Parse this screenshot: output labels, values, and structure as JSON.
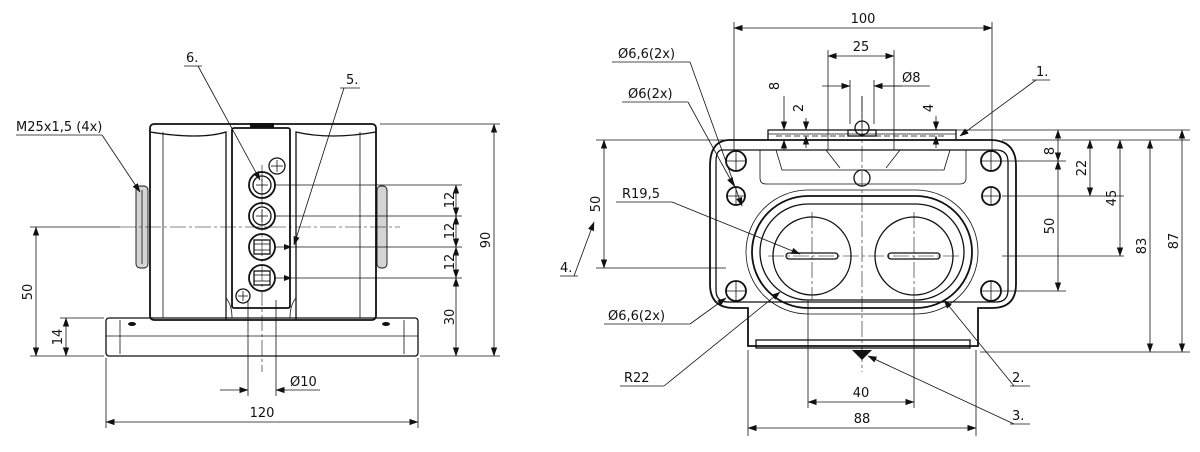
{
  "side_view": {
    "thread_label": "M25x1,5 (4x)",
    "item_6": "6.",
    "item_5": "5.",
    "dim_12_a": "12",
    "dim_12_b": "12",
    "dim_12_c": "12",
    "dim_90": "90",
    "dim_30": "30",
    "dim_50": "50",
    "dim_14": "14",
    "dim_dia10": "Ø10",
    "dim_120": "120"
  },
  "front_view": {
    "dim_100": "100",
    "dim_25": "25",
    "dim_dia8": "Ø8",
    "dim_8_top": "8",
    "dim_2": "2",
    "dim_4": "4",
    "hole_66_top": "Ø6,6(2x)",
    "hole_6": "Ø6(2x)",
    "item_1": "1.",
    "dim_r195": "R19,5",
    "dim_50_left": "50",
    "item_4": "4.",
    "hole_66_bottom": "Ø6,6(2x)",
    "dim_r22": "R22",
    "dim_8_right": "8",
    "dim_22": "22",
    "dim_45": "45",
    "dim_50_right": "50",
    "dim_83": "83",
    "dim_87": "87",
    "dim_40": "40",
    "dim_88": "88",
    "item_2": "2.",
    "item_3": "3."
  }
}
